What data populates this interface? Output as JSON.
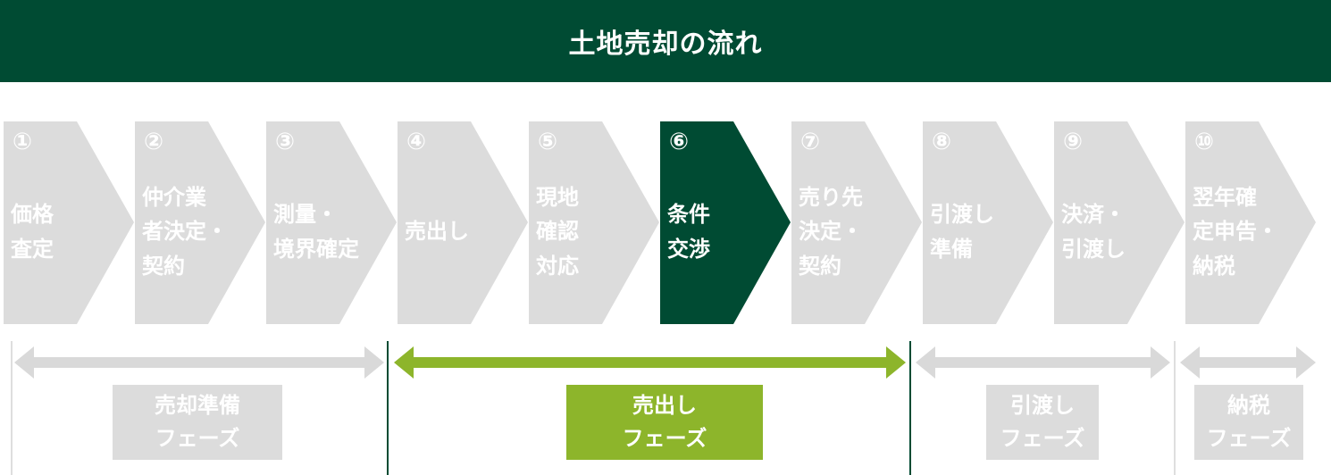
{
  "title": "土地売却の流れ",
  "colors": {
    "dark_green": "#004b33",
    "step_gray": "#dcdcdc",
    "light_green": "#8db52b",
    "arrow_gray": "#d9d9d9",
    "line_gray": "#dedede"
  },
  "steps": [
    {
      "num": "①",
      "label": "価格\n査定",
      "active": false
    },
    {
      "num": "②",
      "label": "仲介業\n者決定・\n契約",
      "active": false
    },
    {
      "num": "③",
      "label": "測量・\n境界確定",
      "active": false
    },
    {
      "num": "④",
      "label": "売出し",
      "active": false
    },
    {
      "num": "⑤",
      "label": "現地\n確認\n対応",
      "active": false
    },
    {
      "num": "⑥",
      "label": "条件\n交渉",
      "active": true
    },
    {
      "num": "⑦",
      "label": "売り先\n決定・\n契約",
      "active": false
    },
    {
      "num": "⑧",
      "label": "引渡し\n準備",
      "active": false
    },
    {
      "num": "⑨",
      "label": "決済・\n引渡し",
      "active": false
    },
    {
      "num": "⑩",
      "label": "翌年確\n定申告・\n納税",
      "active": false
    }
  ],
  "phases": [
    {
      "line1": "売却準備",
      "line2": "フェーズ",
      "active": false
    },
    {
      "line1": "売出し",
      "line2": "フェーズ",
      "active": true
    },
    {
      "line1": "引渡し",
      "line2": "フェーズ",
      "active": false
    },
    {
      "line1": "納税",
      "line2": "フェーズ",
      "active": false
    }
  ]
}
